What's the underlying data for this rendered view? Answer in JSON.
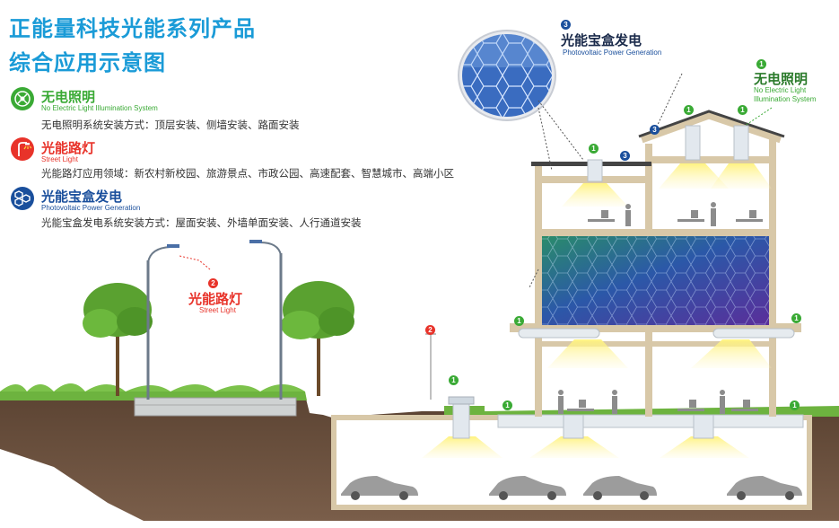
{
  "title": {
    "line1": "正能量科技光能系列产品",
    "line2": "综合应用示意图"
  },
  "legend": [
    {
      "title": "无电照明",
      "subtitle": "No Electric Light Illumination System",
      "desc": "无电照明系统安装方式：顶层安装、侧墙安装、路面安装",
      "color": "#3aaa35"
    },
    {
      "title": "光能路灯",
      "subtitle": "Street Light",
      "desc": "光能路灯应用领域：新农村新校园、旅游景点、市政公园、高速配套、智慧城市、高端小区",
      "color": "#e8332a"
    },
    {
      "title": "光能宝盒发电",
      "subtitle": "Photovoltaic Power Generation",
      "desc": "光能宝盒发电系统安装方式：屋面安装、外墙单面安装、人行通道安装",
      "color": "#1a4f9c"
    }
  ],
  "callouts": {
    "street": {
      "num": "2",
      "title": "光能路灯",
      "subtitle": "Street Light"
    },
    "pv": {
      "num": "3",
      "title": "光能宝盒发电",
      "subtitle": "Photovoltaic Power Generation"
    },
    "noelec": {
      "num": "1",
      "title": "无电照明",
      "subtitle_line1": "No Electric Light",
      "subtitle_line2": "Illumination System"
    }
  },
  "markers": {
    "one": "1",
    "two": "2",
    "three": "3"
  },
  "icons": {
    "no_electric": "sun-flower-icon",
    "street_light": "street-lamp-icon",
    "pv": "hexagon-cluster-icon"
  }
}
